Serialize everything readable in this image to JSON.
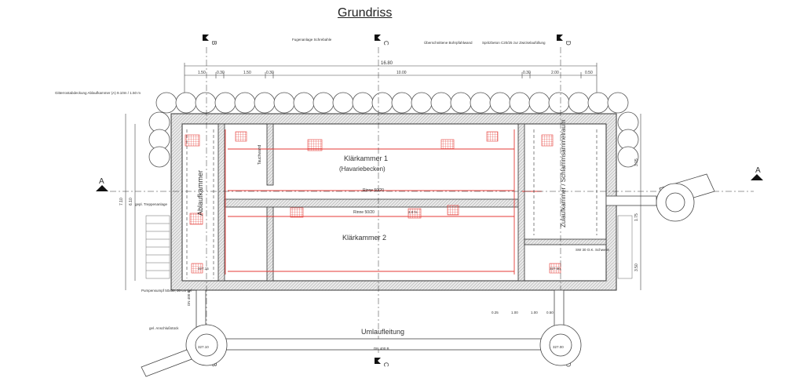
{
  "title": "Grundriss",
  "rooms": {
    "abl": "Ablaufkammer",
    "kk1": "Klärkammer 1",
    "kk1_sub": "(Havariebecken)",
    "kk2": "Klärkammer 2",
    "zul": "Zulaufkammer / Schlammsammelraum",
    "ring": "Umlaufleitung"
  },
  "section_markers": {
    "top": [
      "B",
      "C",
      "D"
    ],
    "bottom": [
      "B",
      "C",
      "D"
    ],
    "left": "A",
    "right": "A"
  },
  "dimensions": {
    "overall": "16.80",
    "parts": [
      "1.50",
      "0.30",
      "1.50",
      "0.30",
      "10.00",
      "0.30",
      "2.00",
      "0.50"
    ],
    "left_vert": [
      "7.10",
      "6.10"
    ],
    "right_vert": [
      "3.05",
      "1.75",
      "3.50"
    ],
    "bottom_parts": [
      "0.25",
      "1.00",
      "1.00",
      "0.50"
    ]
  },
  "labels": {
    "rinne1": "Rinne 50/20",
    "rinne2": "Rinne 50/20",
    "tauchwand": "Tauchwand",
    "pumpensumpf": "Pumpensumpf 50x50, 30 cm tief",
    "anschluss": "gel. Anschlußstück",
    "treppe": "gepl. Treppenanlage",
    "schwelle": "SW 30 O.K. Schwelle",
    "note1": "Fugenanlage Schrebahle",
    "note2": "Überschnittene Bohrpfahlwand",
    "note3": "Spritzbeton C20/25 zur Zwickelaufüllung",
    "note4": "Gitterrostabdeckung Ablaufkammer (A) 9.10m / 1.50 m",
    "dn1": "DN 400 B",
    "dn2": "DN 400 B",
    "slope": "2.0 %",
    "elev_left": "327.15",
    "elev_right": "327.50",
    "elev_ring_l": "327.10",
    "elev_ring_r": "327.00"
  }
}
